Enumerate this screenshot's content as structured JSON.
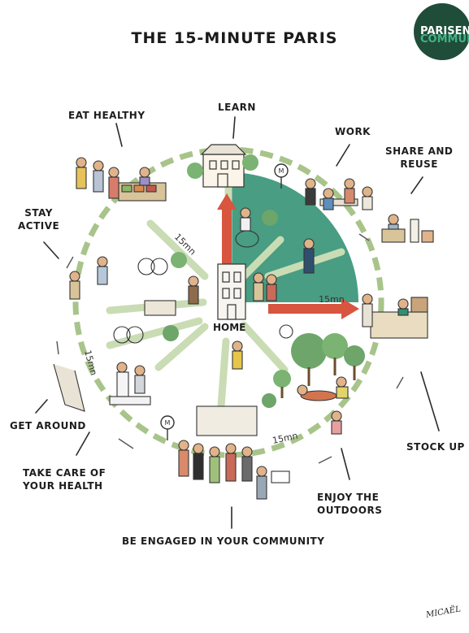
{
  "title": "THE 15-MINUTE PARIS",
  "logo": {
    "line1": "PARISEN",
    "line2": "COMMUN"
  },
  "center_label": "HOME",
  "distance_label": "15mn",
  "activities": {
    "eat_healthy": "EAT HEALTHY",
    "learn": "LEARN",
    "work": "WORK",
    "share_reuse": "SHARE AND\nREUSE",
    "stay_active": "STAY\nACTIVE",
    "stock_up": "STOCK UP",
    "get_around": "GET AROUND",
    "take_care_health": "TAKE CARE OF\nYOUR HEALTH",
    "enjoy_outdoors": "ENJOY THE\nOUTDOORS",
    "community": "BE ENGAGED IN YOUR COMMUNITY"
  },
  "signature": "MICAËL",
  "colors": {
    "circle_dash": "#a8c48a",
    "quarter_fill": "#2f8f72",
    "arrow": "#d8553f",
    "spoke": "#c9dcb4"
  },
  "icon_names": [
    "metro-sign-icon"
  ]
}
